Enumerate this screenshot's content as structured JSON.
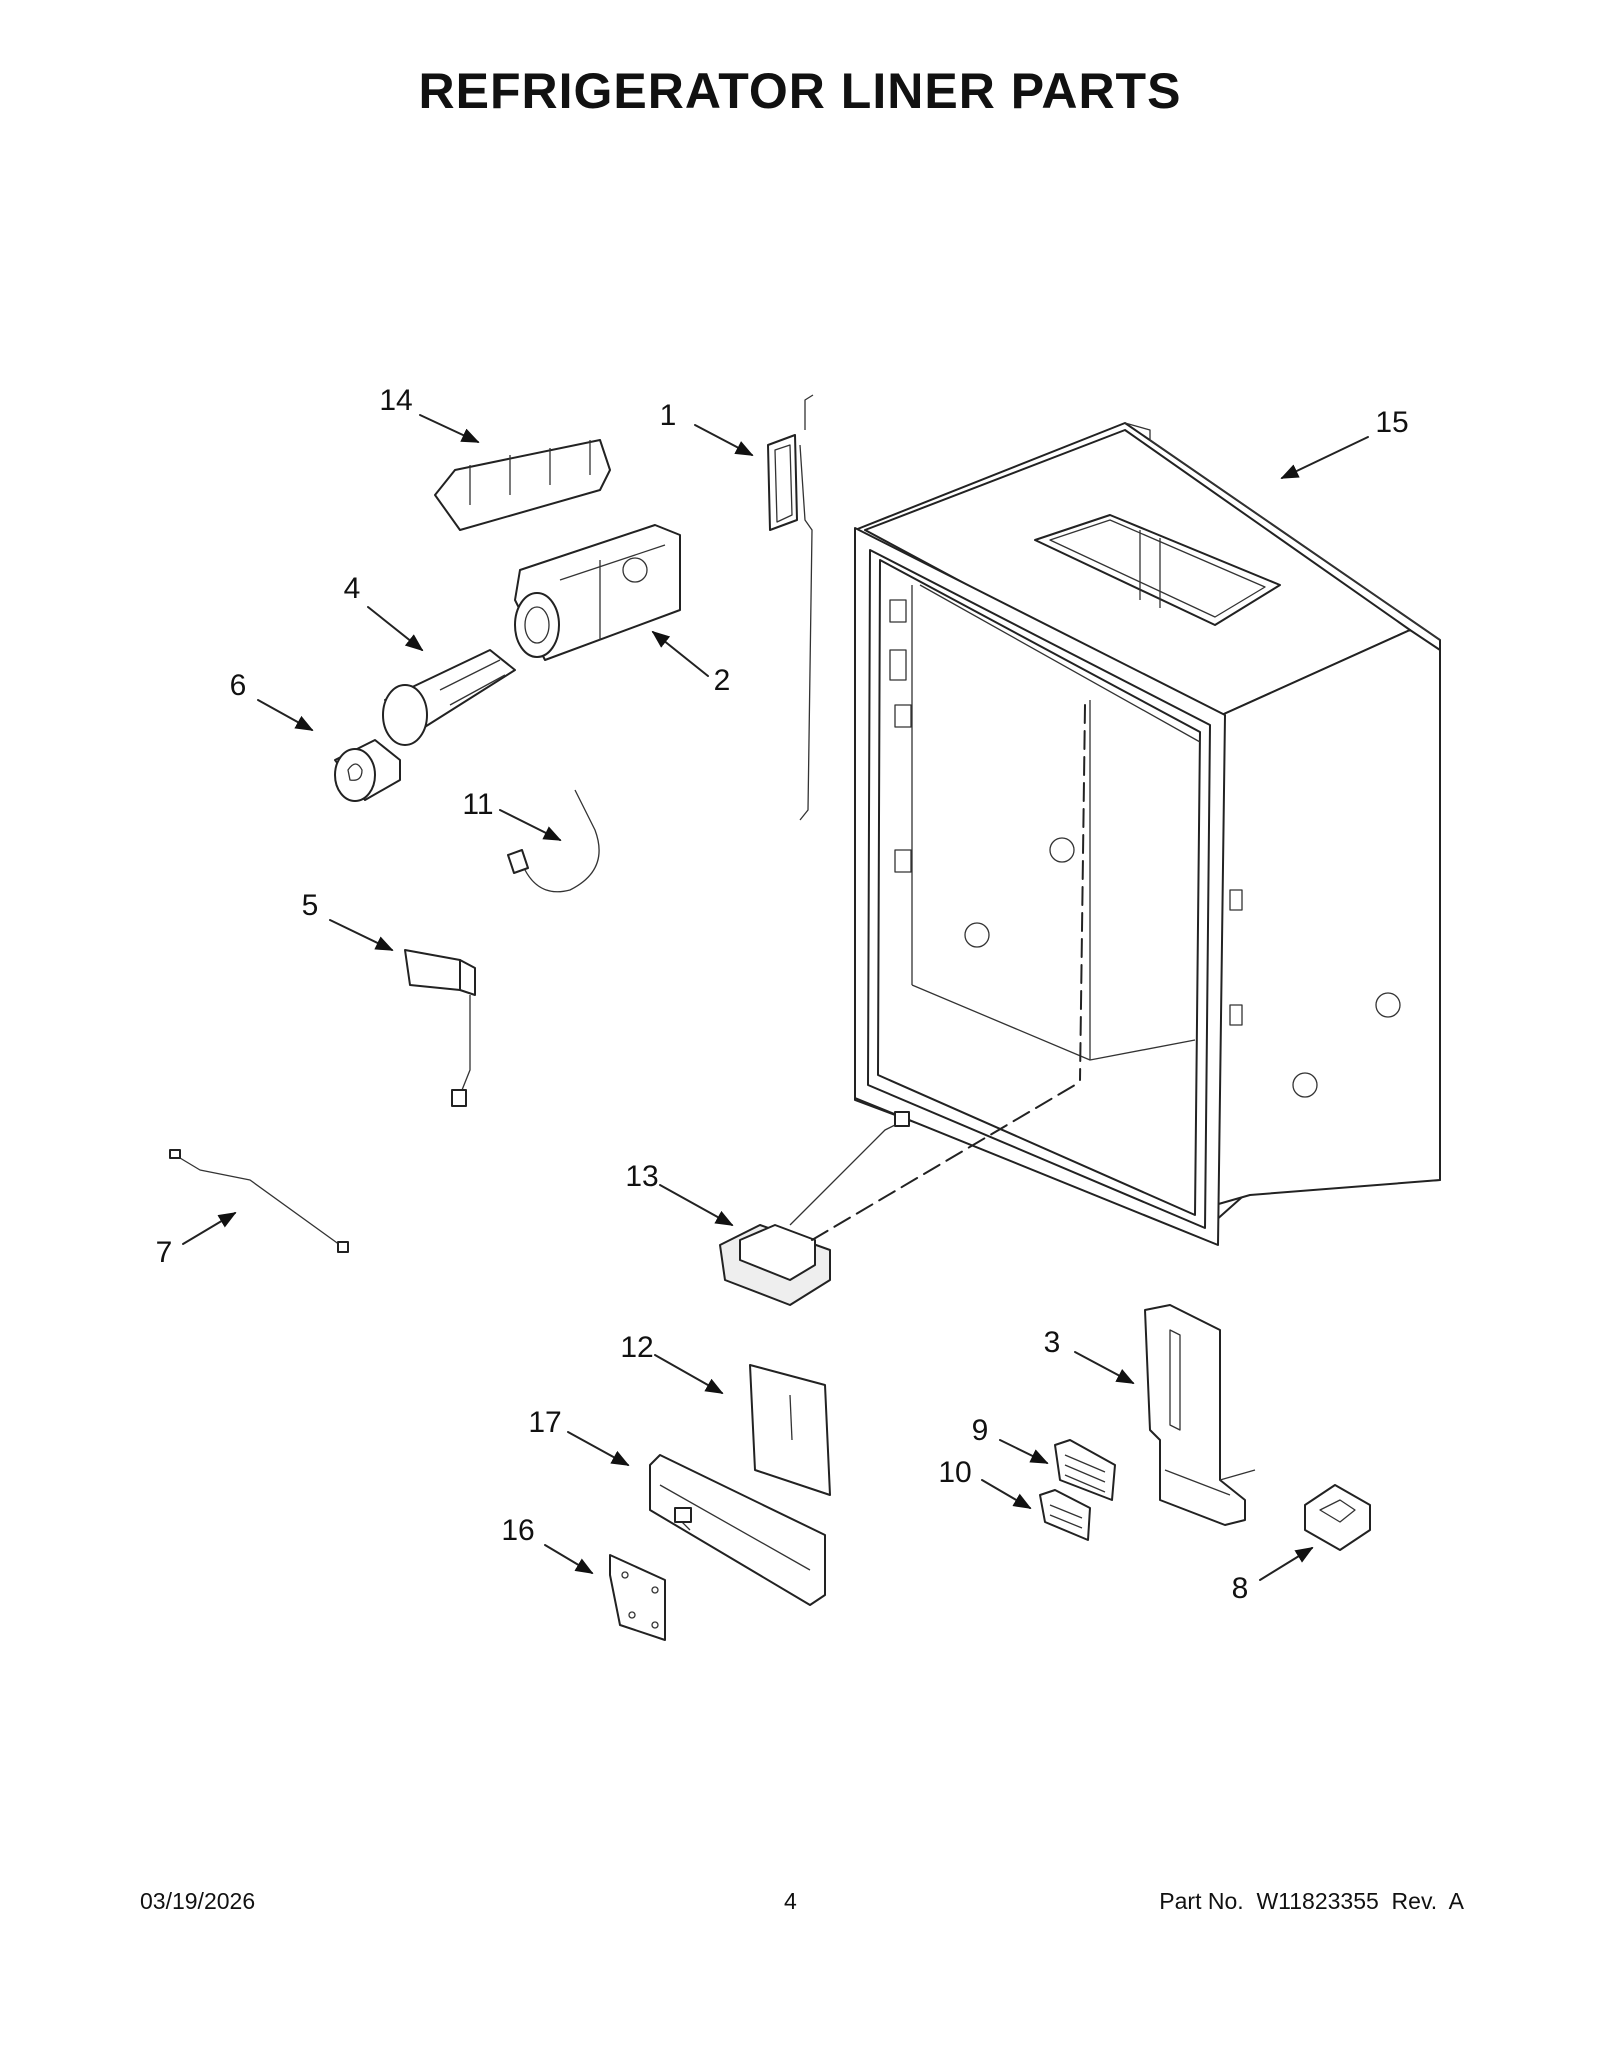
{
  "title": "REFRIGERATOR LINER PARTS",
  "callouts": [
    "1",
    "2",
    "3",
    "4",
    "5",
    "6",
    "7",
    "8",
    "9",
    "10",
    "11",
    "12",
    "13",
    "14",
    "15",
    "16",
    "17"
  ],
  "footer": {
    "date": "03/19/2026",
    "page": "4",
    "part": "Part No.  W11823355  Rev.  A"
  }
}
